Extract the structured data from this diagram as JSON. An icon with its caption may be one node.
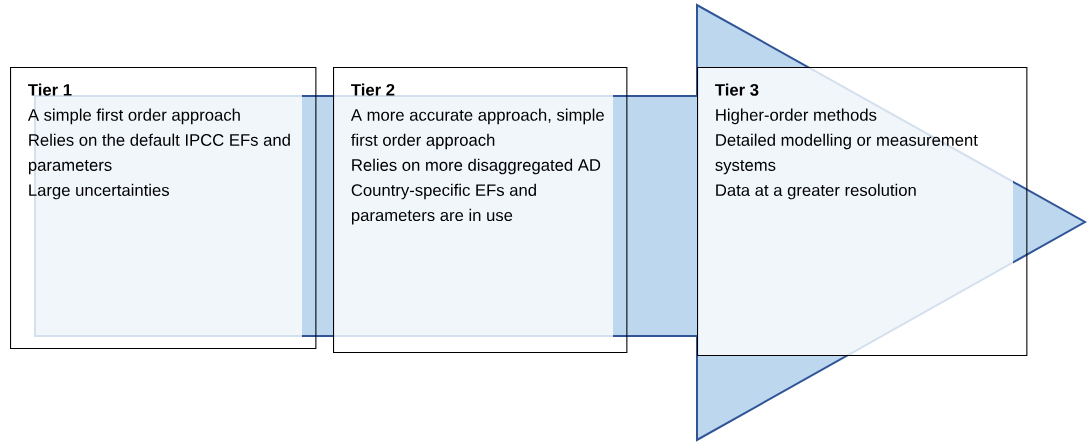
{
  "diagram": {
    "nodes": [
      {
        "text": [
          "Tier 1",
          "A simple first order approach",
          "Relies on the default IPCC EFs and parameters",
          "Large uncertainties"
        ]
      },
      {
        "text": [
          "Tier 2",
          "A more accurate approach, simple first order approach",
          "Relies on more disaggregated AD",
          "Country-specific EFs and parameters are in use"
        ]
      },
      {
        "text": [
          "Tier 3",
          "Higher-order methods",
          "Detailed modelling or measurement systems",
          "Data at a greater resolution"
        ]
      }
    ]
  }
}
